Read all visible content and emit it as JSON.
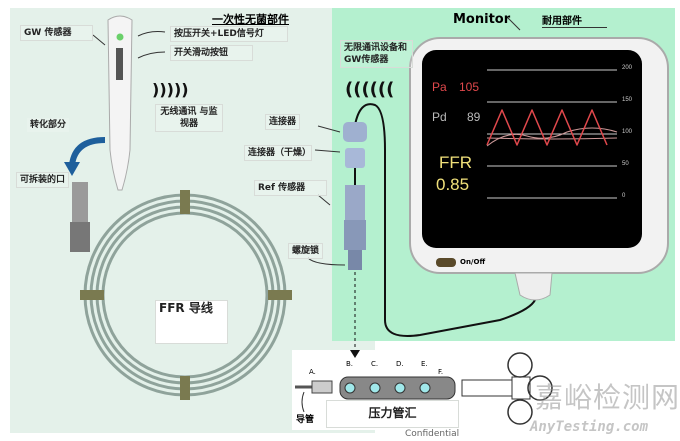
{
  "sections": {
    "disposable_title": "一次性无菌部件",
    "monitor_title": "Monitor",
    "durable_title": "耐用部件"
  },
  "labels": {
    "gw_sensor": "GW 传感器",
    "press_switch": "按压开关+LED信号灯",
    "slide_switch": "开关滑动按钮",
    "wireless": "无线通讯 与监视器",
    "conversion": "转化部分",
    "detachable": "可拆装的口",
    "wireless_device": "无限通讯设备和GW传感器",
    "connector": "连接器",
    "connector_dry": "连接器（干燥）",
    "ref_sensor": "Ref 传感器",
    "screw_lock": "螺旋锁",
    "ffr_wire": "FFR 导线",
    "catheter": "导管",
    "manifold": "压力管汇",
    "confidential": "Confidential"
  },
  "manifold_ports": [
    "A.",
    "B.",
    "C.",
    "D.",
    "E.",
    "F."
  ],
  "monitor": {
    "pa_label": "Pa",
    "pa_value": "105",
    "pd_label": "Pd",
    "pd_value": "89",
    "ffr_label": "FFR",
    "ffr_value": "0.85",
    "scale": [
      "200",
      "150",
      "100",
      "50",
      "0"
    ],
    "power_label": "On/Off"
  },
  "watermark": {
    "cn": "嘉峪检测网",
    "en": "AnyTesting.com"
  },
  "colors": {
    "bg_disposable": "#e4f1ea",
    "bg_durable": "#b4f0cf",
    "pa": "#e0484c",
    "ffr": "#f0e07a"
  }
}
